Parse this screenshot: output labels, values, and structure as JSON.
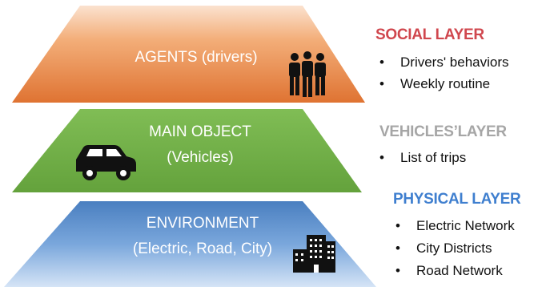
{
  "diagram": {
    "tiers": [
      {
        "lines": [
          "AGENTS (drivers)"
        ],
        "icon": "people-icon"
      },
      {
        "lines": [
          "MAIN OBJECT",
          "(Vehicles)"
        ],
        "icon": "car-icon"
      },
      {
        "lines": [
          "ENVIRONMENT",
          "(Electric, Road, City)"
        ],
        "icon": "buildings-icon"
      }
    ],
    "layers": [
      {
        "title": "SOCIAL LAYER",
        "color": "#d0474e",
        "items": [
          "Drivers' behaviors",
          "Weekly routine"
        ]
      },
      {
        "title": "VEHICLES’LAYER",
        "color": "#a6a6a6",
        "items": [
          "List of trips"
        ]
      },
      {
        "title": "PHYSICAL LAYER",
        "color": "#3f7fcf",
        "items": [
          "Electric Network",
          "City Districts",
          "Road Network"
        ]
      }
    ],
    "colors": {
      "orange": "#e8823f",
      "green": "#72ad47",
      "blue": "#5b8fcc"
    }
  }
}
